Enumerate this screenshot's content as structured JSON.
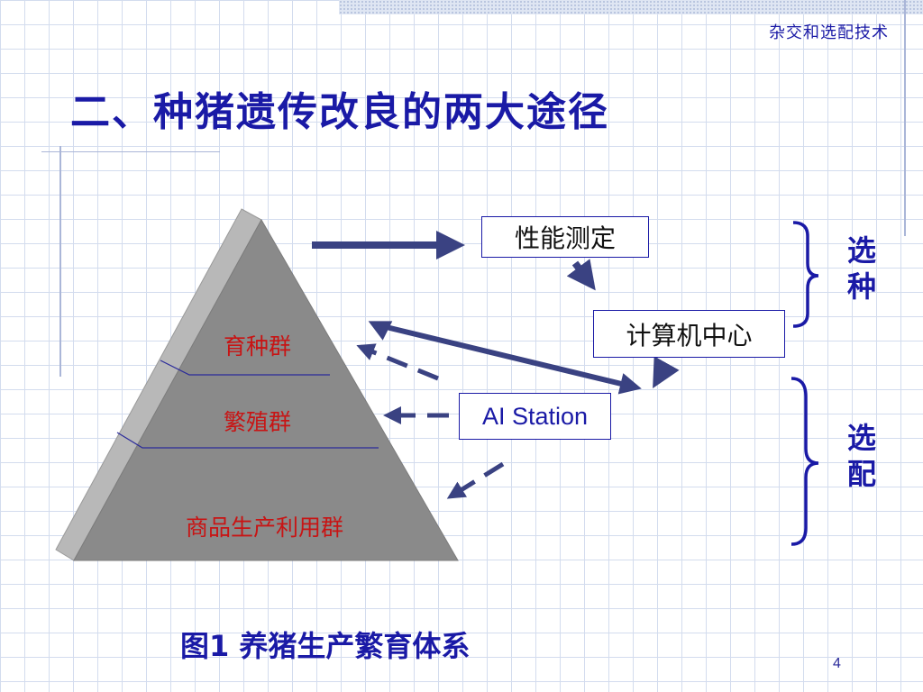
{
  "header": {
    "section_title": "杂交和选配技术"
  },
  "slide": {
    "title": "二、种猪遗传改良的两大途径",
    "caption_prefix": "图",
    "caption_number": "1",
    "caption_text": " 养猪生产繁育体系",
    "page_number": "4"
  },
  "pyramid": {
    "tiers": [
      {
        "label": "育种群"
      },
      {
        "label": "繁殖群"
      },
      {
        "label": "商品生产利用群"
      }
    ],
    "label_color": "#c81414"
  },
  "boxes": {
    "performance_test": "性能测定",
    "computer_center": "计算机中心",
    "ai_station": "AI Station"
  },
  "groups": {
    "selection": {
      "char1": "选",
      "char2": "种"
    },
    "mating": {
      "char1": "选",
      "char2": "配"
    }
  },
  "colors": {
    "accent": "#1a1aa6",
    "arrow": "#3a4282",
    "pyramid_face": "#8a8a8a"
  }
}
